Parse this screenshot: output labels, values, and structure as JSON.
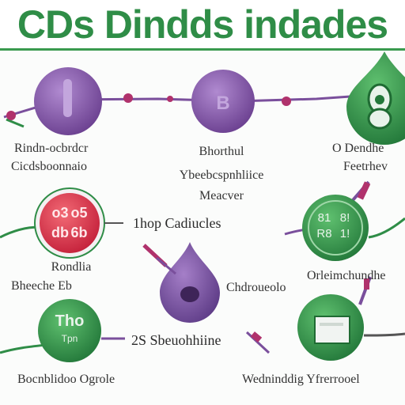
{
  "header": {
    "title": "CDs Dindds indades"
  },
  "labels": {
    "row1_left_1": "Rindn-ocbrdcr",
    "row1_left_2": "Cicdsboonnaio",
    "row1_mid_1": "Bhorthul",
    "row1_mid_2": "Ybeebcspnhliice",
    "row1_mid_3": "Meacver",
    "row1_right_1": "O Dendhe",
    "row1_right_2": "Feetrhev",
    "row2_mid": "1hop Cadiucles",
    "row3_left_1": "Rondlia",
    "row3_left_2": "Bheeche  Eb",
    "row3_mid": "Chdroueolo",
    "row3_right": "Orleimchundhe",
    "row4_mid": "2S Sbeuohhiine",
    "row4_left": "Bocnblidoo Ogrole",
    "row4_right": "Wedninddig Yfrerrooel"
  },
  "icons": {
    "node_1_glyph": "I",
    "node_2_glyph": "B",
    "node_3_glyph": "8",
    "node_4_glyph": "03 05",
    "node_5_glyph": "81 R",
    "node_6_glyph": "Tho"
  },
  "colors": {
    "green": "#2f8d47",
    "purple": "#7a4f9c",
    "magenta": "#b0326c",
    "red": "#e23a4d"
  }
}
